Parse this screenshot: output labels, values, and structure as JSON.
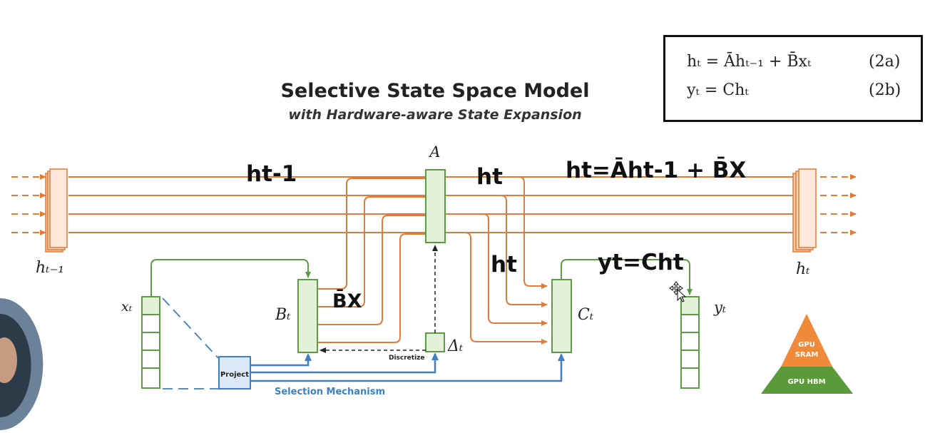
{
  "header": {
    "title": "Selective State Space Model",
    "subtitle": "with Hardware-aware State Expansion"
  },
  "equations": [
    {
      "text": "hₜ = Āhₜ₋₁ + B̄xₜ",
      "number": "(2a)"
    },
    {
      "text": "yₜ = Chₜ",
      "number": "(2b)"
    }
  ],
  "labels": {
    "A": "A",
    "h_prev": "hₜ₋₁",
    "h_t": "hₜ",
    "x_t": "xₜ",
    "B_t": "Bₜ",
    "C_t": "Cₜ",
    "delta_t": "Δₜ",
    "y_t": "yₜ",
    "project": "Project",
    "discretize": "Discretize",
    "selection": "Selection Mechanism"
  },
  "pyramid": {
    "top": [
      "GPU",
      "SRAM"
    ],
    "bottom": "GPU HBM",
    "top_color": "#ee8a3a",
    "bottom_color": "#5a9a3a"
  },
  "annotations": {
    "a1": "ht-1",
    "a2": "ht",
    "a3": "ht=Āht-1 + B̄X",
    "a4": "ht",
    "a5": "yt=Cht",
    "a6": "B̄X"
  },
  "colors": {
    "orange": "#e07b39",
    "green": "#5d9a45",
    "green_fill": "#e3f1d8",
    "blue": "#3f7fc3",
    "blue_fill": "#dce8f6"
  }
}
